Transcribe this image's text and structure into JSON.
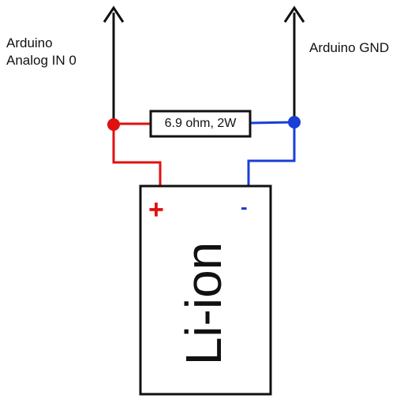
{
  "labels": {
    "analog_in_line1": "Arduino",
    "analog_in_line2": "Analog IN 0",
    "gnd": "Arduino GND"
  },
  "resistor": {
    "label": "6.9 ohm, 2W"
  },
  "battery": {
    "label": "Li-ion",
    "plus": "+",
    "minus": "-"
  },
  "colors": {
    "positive_wire": "#e01010",
    "negative_wire": "#1a3fd6",
    "line": "#111111"
  }
}
